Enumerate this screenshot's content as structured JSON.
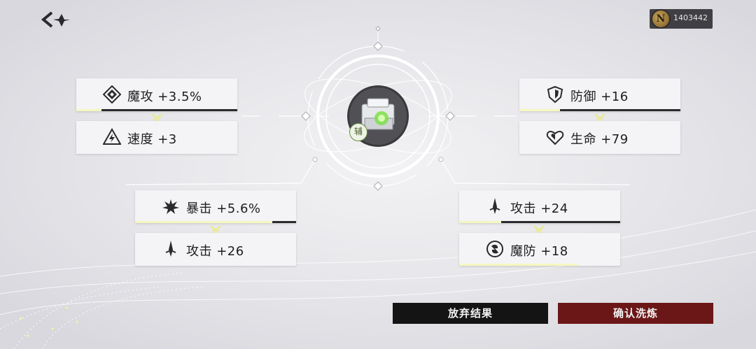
{
  "header": {
    "back_icon": "double-chevron-back-icon",
    "currency": {
      "icon": "coin-icon",
      "coin_letter": "N",
      "amount": "1403442"
    }
  },
  "item": {
    "badge": "辅",
    "icon": "green-gem-chest-icon"
  },
  "groups": {
    "top_left": [
      {
        "icon": "magic-attack-icon",
        "label": "魔攻 +3.5%"
      },
      {
        "icon": "speed-icon",
        "label": "速度 +3"
      }
    ],
    "bottom_left": [
      {
        "icon": "crit-icon",
        "label": "暴击 +5.6%"
      },
      {
        "icon": "attack-icon",
        "label": "攻击 +26"
      }
    ],
    "top_right": [
      {
        "icon": "defense-icon",
        "label": "防御 +16"
      },
      {
        "icon": "health-icon",
        "label": "生命 +79"
      }
    ],
    "bottom_right": [
      {
        "icon": "attack-icon",
        "label": "攻击 +24"
      },
      {
        "icon": "magic-defense-icon",
        "label": "魔防 +18"
      }
    ]
  },
  "buttons": {
    "discard": "放弃结果",
    "confirm": "确认洗炼"
  },
  "colors": {
    "confirm_bg": "#6b1717",
    "discard_bg": "#141414",
    "accent_yellow": "#e8ea9a"
  }
}
